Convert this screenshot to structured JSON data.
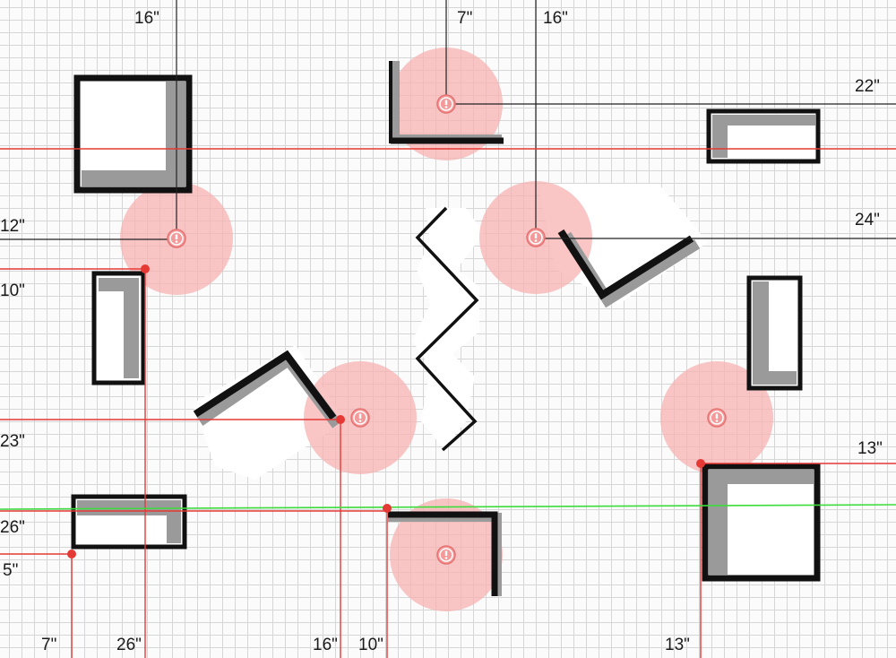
{
  "labels": {
    "top_16": "16\"",
    "top_7": "7\"",
    "top_16b": "16\"",
    "right_22": "22\"",
    "left_12": "12\"",
    "right_24": "24\"",
    "left_10": "10\"",
    "left_23": "23\"",
    "right_13": "13\"",
    "left_26": "26\"",
    "left_5": "5\"",
    "bottom_7": "7\"",
    "bottom_26": "26\"",
    "bottom_16": "16\"",
    "bottom_10": "10\"",
    "bottom_13": "13\""
  },
  "icons": {
    "target": "alert-target-icon",
    "anchor": "anchor-point-icon"
  },
  "colors": {
    "grid": "#d6d6d6",
    "red_guide": "#e53935",
    "green_guide": "#3ddc3d",
    "black_guide": "#222222",
    "shape": "#111111",
    "shadow": "#9a9a9a",
    "halo": "#f7b2b2"
  }
}
